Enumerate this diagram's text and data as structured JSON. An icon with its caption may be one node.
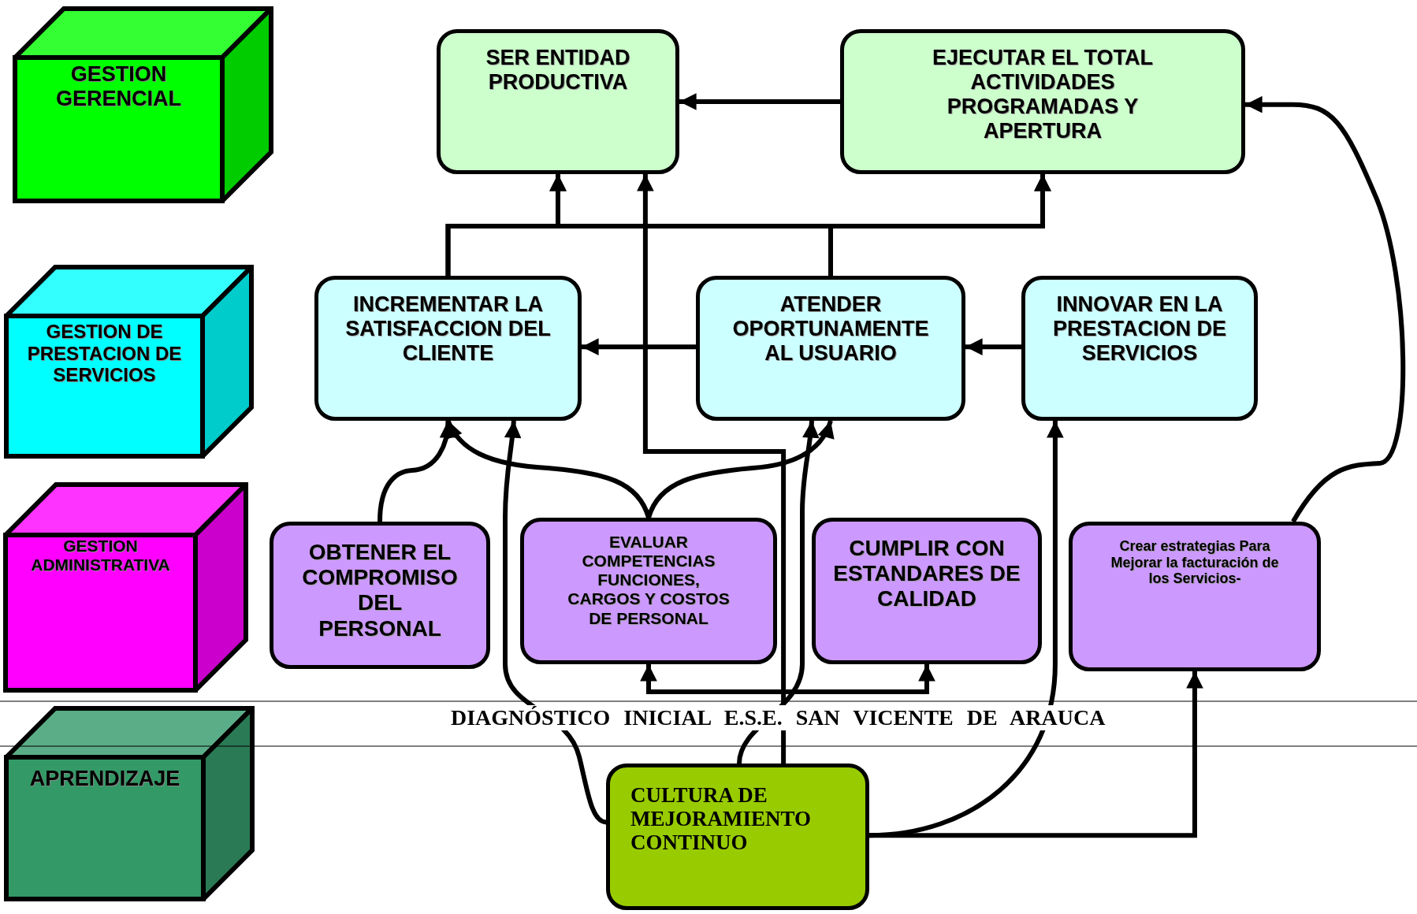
{
  "diagram": {
    "nodes": [
      {
        "text": [
          "GESTION GERENCIAL"
        ]
      },
      {
        "text": [
          "SER ENTIDAD PRODUCTIVA"
        ]
      },
      {
        "text": [
          "EJECUTAR EL TOTAL ACTIVIDADES PROGRAMADAS Y APERTURA"
        ]
      },
      {
        "text": [
          "GESTION DE PRESTACION DE SERVICIOS"
        ]
      },
      {
        "text": [
          "INCREMENTAR LA SATISFACCION DEL CLIENTE"
        ]
      },
      {
        "text": [
          "ATENDER OPORTUNAMENTE AL USUARIO"
        ]
      },
      {
        "text": [
          "INNOVAR EN LA PRESTACION DE SERVICIOS"
        ]
      },
      {
        "text": [
          "GESTION ADMINISTRATIVA"
        ]
      },
      {
        "text": [
          "OBTENER EL COMPROMISO DEL PERSONAL"
        ]
      },
      {
        "text": [
          "EVALUAR COMPETENCIAS FUNCIONES, CARGOS Y COSTOS DE PERSONAL"
        ]
      },
      {
        "text": [
          "CUMPLIR CON ESTANDARES DE CALIDAD"
        ]
      },
      {
        "text": [
          "Crear estrategias Para Mejorar la facturación de los Servicios-"
        ]
      },
      {
        "text": [
          "APRENDIZAJE"
        ]
      },
      {
        "text": [
          "CULTURA DE MEJORAMIENTO CONTINUO"
        ]
      }
    ],
    "edges": [
      {
        "from": 4,
        "to": 1,
        "arrow": "to"
      },
      {
        "from": 4,
        "to": 2,
        "arrow": "to"
      },
      {
        "from": 5,
        "to": 1,
        "arrow": "to"
      },
      {
        "from": 5,
        "to": 2,
        "arrow": "to"
      },
      {
        "from": 2,
        "to": 1,
        "arrow": "to"
      },
      {
        "from": 5,
        "to": 4,
        "arrow": "to"
      },
      {
        "from": 6,
        "to": 5,
        "arrow": "to"
      },
      {
        "from": 8,
        "to": 4,
        "arrow": "to"
      },
      {
        "from": 9,
        "to": 4,
        "arrow": "to"
      },
      {
        "from": 9,
        "to": 5,
        "arrow": "to"
      },
      {
        "from": 13,
        "to": 4,
        "arrow": "to"
      },
      {
        "from": 13,
        "to": 1,
        "arrow": "to"
      },
      {
        "from": 13,
        "to": 5,
        "arrow": "to"
      },
      {
        "from": 13,
        "to": 6,
        "arrow": "to"
      },
      {
        "from": 13,
        "to": 11,
        "arrow": "to"
      },
      {
        "from": 11,
        "to": 2,
        "arrow": "to"
      },
      {
        "from": 9,
        "to": 10,
        "arrow": "both"
      }
    ],
    "labels": [
      "DIAGNÓSTICO INICIAL E.S.E. SAN VICENTE DE ARAUCA"
    ]
  }
}
